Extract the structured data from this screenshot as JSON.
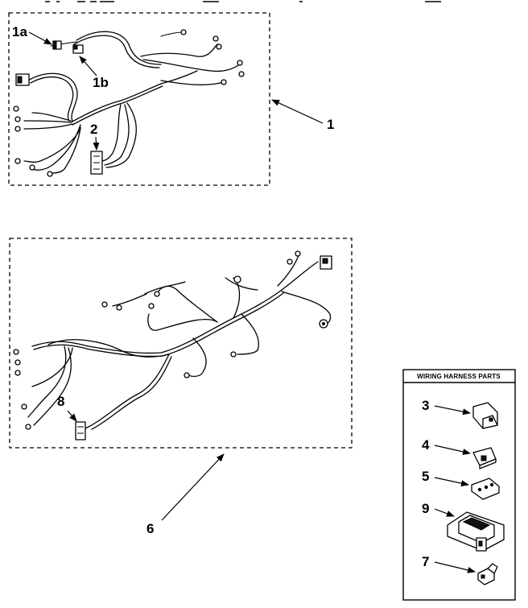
{
  "callouts": {
    "c1a": "1a",
    "c1b": "1b",
    "c2": "2",
    "c1": "1",
    "c8": "8",
    "c6": "6",
    "c3": "3",
    "c4": "4",
    "c5": "5",
    "c9": "9",
    "c7": "7"
  },
  "panel": {
    "title": "WIRING HARNESS PARTS"
  }
}
